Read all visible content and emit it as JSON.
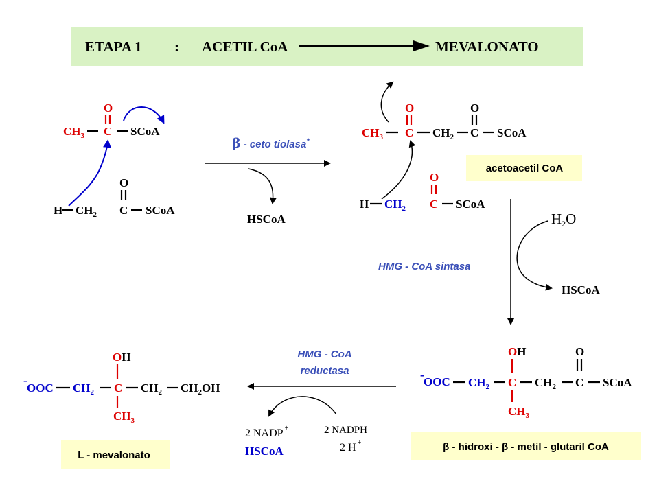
{
  "colors": {
    "title_box": "#d9f2c4",
    "label_box": "#ffffcc",
    "red": "#dd0000",
    "blue": "#0000cc",
    "enzyme_blue": "#3a4fb8",
    "black": "#000000"
  },
  "title": {
    "stage": "ETAPA   1",
    "colon": ":",
    "from": "ACETIL CoA",
    "to": "MEVALONATO"
  },
  "acetyl_coa_1": {
    "o": "O",
    "ch": "CH",
    "sub3": "3",
    "c": "C",
    "scoa": "SCoA"
  },
  "acetyl_coa_2": {
    "o": "O",
    "h": "H",
    "ch": "CH",
    "sub2": "2",
    "c": "C",
    "scoa": "SCoA"
  },
  "step1": {
    "enzyme_beta": "β",
    "enzyme_text": "- ceto tiolasa",
    "enzyme_star": "*",
    "release": "HSCoA"
  },
  "acetoacetyl": {
    "o1": "O",
    "o2": "O",
    "ch": "CH",
    "sub3": "3",
    "c1": "C",
    "ch2": "CH",
    "sub2": "2",
    "c2": "C",
    "scoa": "SCoA",
    "label": "acetoacetil CoA"
  },
  "acetyl_coa_3": {
    "o": "O",
    "h": "H",
    "ch": "CH",
    "sub2": "2",
    "c": "C",
    "scoa": "SCoA"
  },
  "step2": {
    "enzyme": "HMG - CoA sintasa",
    "water_h": "H",
    "water_2": "2",
    "water_o": "O",
    "release": "HSCoA"
  },
  "hmg_coa": {
    "charge": "-",
    "ooc": "OOC",
    "ch2a": "CH",
    "sub2a": "2",
    "c1": "C",
    "o": "O",
    "h": "H",
    "ch3": "CH",
    "sub3": "3",
    "ch2b": "CH",
    "sub2b": "2",
    "o2": "O",
    "c2": "C",
    "scoa": "SCoA",
    "label": "β - hidroxi - β - metil - glutaril CoA"
  },
  "step3": {
    "enzyme_line1": "HMG - CoA",
    "enzyme_line2": "reductasa",
    "nadp": "2 NADP",
    "nadp_plus": "+",
    "hscoa": "HSCoA",
    "nadph": "2 NADPH",
    "h": "2 H",
    "h_plus": "+"
  },
  "mevalonate": {
    "charge": "-",
    "ooc": "OOC",
    "ch2a": "CH",
    "sub2a": "2",
    "c": "C",
    "o": "O",
    "h": "H",
    "ch3": "CH",
    "sub3": "3",
    "ch2b": "CH",
    "sub2b": "2",
    "ch2oh_ch": "CH",
    "ch2oh_2": "2",
    "ch2oh_oh": "OH",
    "label": "L - mevalonato"
  }
}
